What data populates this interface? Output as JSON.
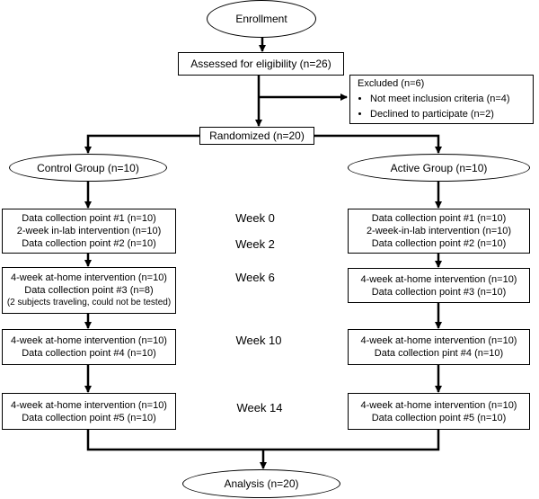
{
  "enrollment": "Enrollment",
  "assessed": "Assessed for eligibility (n=26)",
  "excluded": {
    "title": "Excluded (n=6)",
    "items": [
      "Not meet inclusion criteria (n=4)",
      "Declined to participate (n=2)"
    ]
  },
  "randomized": "Randomized (n=20)",
  "control": {
    "title": "Control Group (n=10)",
    "box1": [
      "Data collection point #1 (n=10)",
      "2-week in-lab intervention (n=10)",
      "Data collection point #2 (n=10)"
    ],
    "box2": [
      "4-week at-home intervention (n=10)",
      "Data collection point #3 (n=8)",
      "(2 subjects traveling, could not be tested)"
    ],
    "box3": [
      "4-week at-home intervention (n=10)",
      "Data collection point #4 (n=10)"
    ],
    "box4": [
      "4-week at-home intervention (n=10)",
      "Data collection point #5 (n=10)"
    ]
  },
  "active": {
    "title": "Active Group (n=10)",
    "box1": [
      "Data collection point #1 (n=10)",
      "2-week-in-lab intervention (n=10)",
      "Data collection point #2 (n=10)"
    ],
    "box2": [
      "4-week at-home intervention (n=10)",
      "Data collection point #3 (n=10)"
    ],
    "box3": [
      "4-week at-home intervention (n=10)",
      "Data collection pint #4 (n=10)"
    ],
    "box4": [
      "4-week at-home intervention (n=10)",
      "Data collection point #5 (n=10)"
    ]
  },
  "weeks": [
    "Week 0",
    "Week 2",
    "Week 6",
    "Week 10",
    "Week 14"
  ],
  "analysis": "Analysis (n=20)"
}
